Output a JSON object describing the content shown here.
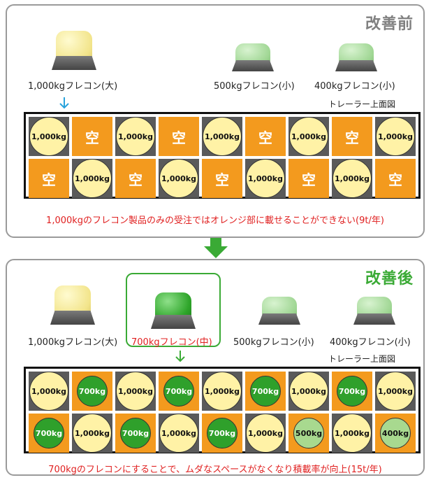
{
  "before": {
    "title": "改善前",
    "bags": [
      {
        "label": "1,000kgフレコン(大)",
        "color": "yellow"
      },
      {
        "label": "500kgフレコン(小)",
        "color": "lightgreen"
      },
      {
        "label": "400kgフレコン(小)",
        "color": "lightgreen"
      }
    ],
    "trailer_label": "トレーラー上面図",
    "grid": [
      [
        "1,000kg",
        "空",
        "1,000kg",
        "空",
        "1,000kg",
        "空",
        "1,000kg",
        "空",
        "1,000kg"
      ],
      [
        "空",
        "1,000kg",
        "空",
        "1,000kg",
        "空",
        "1,000kg",
        "空",
        "1,000kg",
        "空"
      ]
    ],
    "note": "1,000kgのフレコン製品のみの受注ではオレンジ部に載せることができない(9t/年)"
  },
  "after": {
    "title": "改善後",
    "bags": [
      {
        "label": "1,000kgフレコン(大)",
        "color": "yellow"
      },
      {
        "label": "700kgフレコン(中)",
        "color": "green"
      },
      {
        "label": "500kgフレコン(小)",
        "color": "lightgreen"
      },
      {
        "label": "400kgフレコン(小)",
        "color": "lightgreen"
      }
    ],
    "trailer_label": "トレーラー上面図",
    "grid": [
      [
        "1,000kg",
        "700kg",
        "1,000kg",
        "700kg",
        "1,000kg",
        "700kg",
        "1,000kg",
        "700kg",
        "1,000kg"
      ],
      [
        "700kg",
        "1,000kg",
        "700kg",
        "1,000kg",
        "700kg",
        "1,000kg",
        "500kg",
        "1,000kg",
        "400kg"
      ]
    ],
    "note": "700kgのフレコンにすることで、ムダなスペースがなくなり積載率が向上(15t/年)"
  },
  "colors": {
    "before_title": "#808080",
    "after_title": "#3aaa35",
    "note_red": "#e02020",
    "orange_slot": "#f39a1e",
    "arrow_blue": "#29a3dc",
    "arrow_green": "#3aaa35"
  }
}
